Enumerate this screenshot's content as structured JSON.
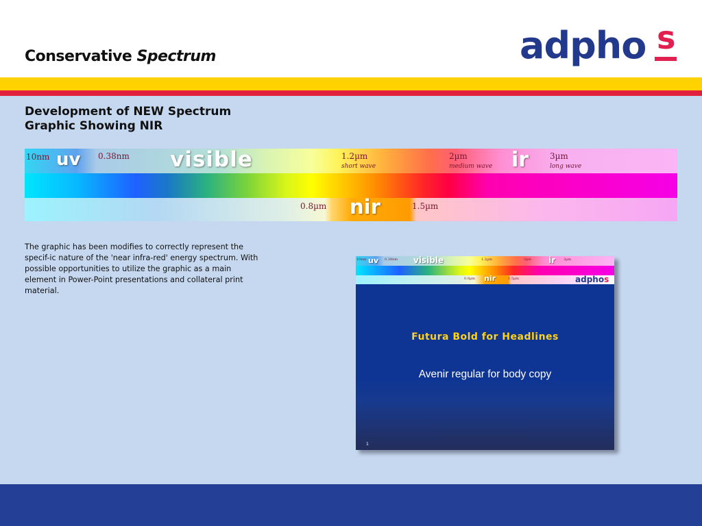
{
  "header": {
    "title_regular": "Conservative ",
    "title_italic": "Spectrum",
    "logo_main": "adpho",
    "logo_accent": "s"
  },
  "colors": {
    "brand_blue": "#233a8c",
    "brand_red": "#e0204e",
    "stripe_yellow": "#ffd200",
    "background": "#c6d8ef",
    "footer_blue": "#233f96"
  },
  "subtitle": "Development of NEW Spectrum\nGraphic Showing NIR",
  "spectrum": {
    "label_10nm": "10nm",
    "label_uv": "uv",
    "label_038": "0.38nm",
    "label_visible": "visible",
    "label_12": "1.2µm",
    "label_short": "short wave",
    "label_2": "2µm",
    "label_medium": "medium wave",
    "label_ir": "ir",
    "label_3": "3µm",
    "label_long": "long wave",
    "label_08": "0.8µm",
    "label_nir": "nir",
    "label_15": "1.5µm"
  },
  "body_text": "The graphic has been modifies to correctly represent the specif-ic nature of the 'near infra-red' energy spectrum. With possible opportunities to utilize the graphic as a main element in Power-Point presentations and collateral print material.",
  "preview": {
    "headline": "Futura Bold for Headlines",
    "body": "Avenir regular for body copy",
    "page_number": "1",
    "logo": "adpho",
    "logo_accent": "s"
  }
}
